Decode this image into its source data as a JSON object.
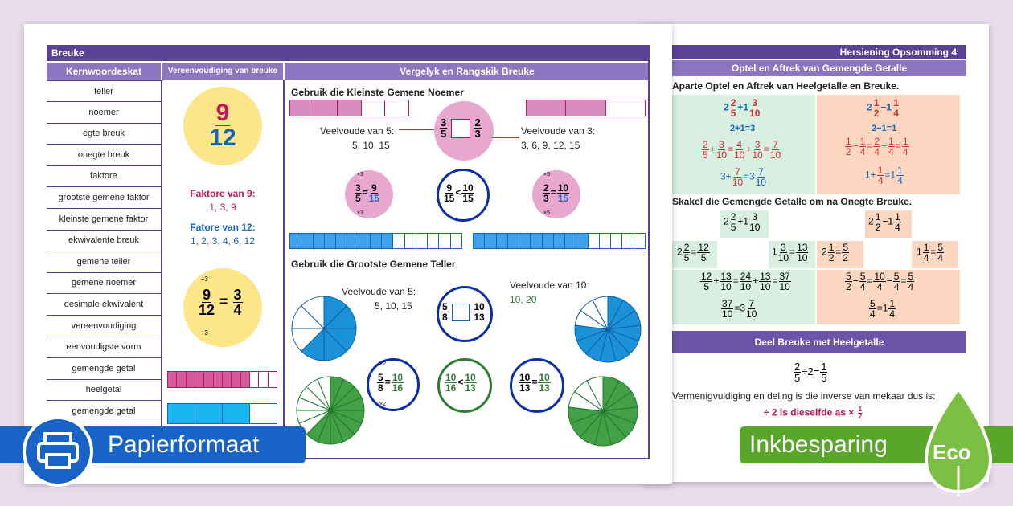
{
  "back_sheet": {
    "header": "Hersiening Opsomming 4",
    "sub_header": "Optel en Aftrek van Gemengde Getalle",
    "section1_title": "Aparte Optel en Aftrek van Heelgetalle en Breuke.",
    "section2_title": "Skakel die Gemengde Getalle om na Onegte Breuke.",
    "section3_header": "Deel Breuke met Heelgetalle",
    "inverse_text": "Vermenigvuldiging en deling is die inverse van mekaar dus is:",
    "divide_note": "÷ 2 is dieselfde as ×",
    "add_whole": "2+1=3",
    "sub_whole": "2−1=1"
  },
  "front_sheet": {
    "header": "Breuke",
    "col1_header": "Kernwoordeskat",
    "col2_header": "Vereenvoudiging van breuke",
    "col3_header": "Vergelyk en Rangskik Breuke",
    "vocab": [
      "teller",
      "noemer",
      "egte breuk",
      "onegte breuk",
      "faktore",
      "grootste gemene faktor",
      "kleinste gemene faktor",
      "ekwivalente breuk",
      "gemene teller",
      "gemene noemer",
      "desimale ekwivalent",
      "vereenvoudiging",
      "eenvoudigste vorm",
      "gemengde getal",
      "heelgetal",
      "gemengde getal"
    ],
    "big_fraction": {
      "num": "9",
      "den": "12"
    },
    "factors9_label": "Faktore van 9:",
    "factors9": "1, 3, 9",
    "factors12_label": "Fatore van 12:",
    "factors12": "1, 2, 3, 4, 6, 12",
    "simplify_div": "÷3",
    "lcd_title": "Gebruik die Kleinste Gemene Noemer",
    "gcn_title": "Gebruik die Grootste Gemene Teller",
    "multiples5_label": "Veelvoude van 5:",
    "multiples5": "5, 10, 15",
    "multiples3_label": "Veelvoude van 3:",
    "multiples3": "3, 6, 9, 12, 15",
    "multiples10_label": "Veelvoude van 10:",
    "multiples10": "10, 20",
    "times3": "×3",
    "times5": "×5",
    "times2": "×2"
  },
  "banners": {
    "left": "Papierformaat",
    "right": "Inkbesparing",
    "eco": "Eco"
  },
  "colors": {
    "purple": "#5b4196",
    "light_purple": "#8c76bf",
    "blue_banner": "#1a63c6",
    "green_banner": "#5aa62a"
  }
}
